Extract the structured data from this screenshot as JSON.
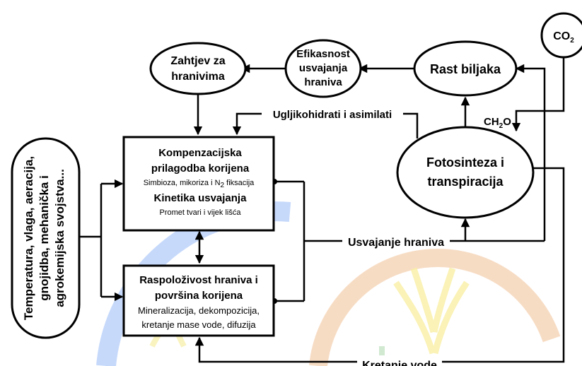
{
  "nodes": {
    "zahtjev": [
      "Zahtjev za",
      "hranivima"
    ],
    "efikasnost": [
      "Efikasnost",
      "usvajanja",
      "hraniva"
    ],
    "rast": "Rast biljaka",
    "co2": {
      "base": "CO",
      "sub": "2"
    },
    "fotosinteza": [
      "Fotosinteza i",
      "transpiracija"
    ],
    "factors": [
      "Temperatura, vlaga, aeracija,",
      "gnojidba, mehanička i",
      "agrokemijska svojstva..."
    ],
    "komp": {
      "title1": "Kompenzacijska",
      "title2": "prilagodba korijena",
      "detail": {
        "before": "Simbioza, mikoriza i N",
        "sub": "2",
        "after": " fiksacija"
      },
      "title3": "Kinetika usvajanja",
      "detail2": "Promet tvari i vijek lišća"
    },
    "raspol": {
      "title1": "Raspoloživost hraniva i",
      "title2": "površina korijena",
      "detail1": "Mineralizacija, dekompozicija,",
      "detail2": "kretanje mase vode, difuzija"
    }
  },
  "edge_labels": {
    "ugljiko": "Ugljikohidrati i asimilati",
    "ch2o": {
      "base1": "CH",
      "sub": "2",
      "base2": "O"
    },
    "usvajanje": "Usvajanje hraniva",
    "kretanje": "Kretanje vode"
  },
  "colors": {
    "watermark_blue": "#8db3f5",
    "watermark_orange": "#f2c9a2",
    "watermark_yellow": "#f7ec9a",
    "watermark_green": "#a8d8a8"
  }
}
